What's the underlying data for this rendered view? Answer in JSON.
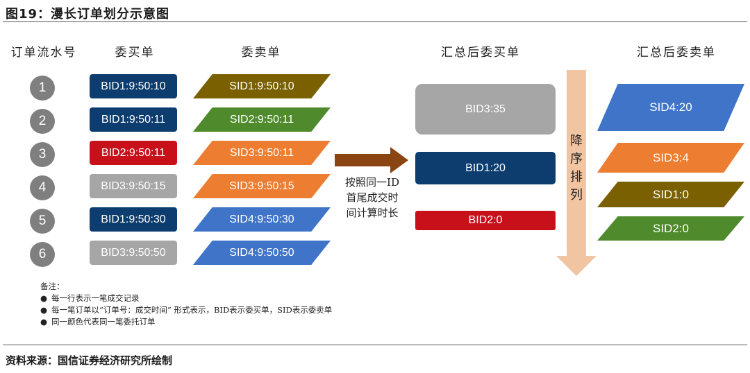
{
  "title": "图19：漫长订单划分示意图",
  "headers": {
    "serial": "订单流水号",
    "buy": "委买单",
    "sell": "委卖单",
    "agg_buy": "汇总后委买单",
    "agg_sell": "汇总后委卖单"
  },
  "colors": {
    "navy": "#0c3d6e",
    "red": "#c8101a",
    "gray": "#a6a6a6",
    "olive": "#7a6000",
    "green": "#4f8a2c",
    "orange": "#ed7d31",
    "blue": "#3f74c9",
    "brown": "#8b4513",
    "peach": "#f2c5a2"
  },
  "rows": [
    {
      "num": "1",
      "buy": "BID1:9:50:10",
      "buy_color": "navy",
      "sell": "SID1:9:50:10",
      "sell_color": "olive"
    },
    {
      "num": "2",
      "buy": "BID1:9:50:11",
      "buy_color": "navy",
      "sell": "SID2:9:50:11",
      "sell_color": "green"
    },
    {
      "num": "3",
      "buy": "BID2:9:50:11",
      "buy_color": "red",
      "sell": "SID3:9:50:11",
      "sell_color": "orange"
    },
    {
      "num": "4",
      "buy": "BID3:9:50:15",
      "buy_color": "gray",
      "sell": "SID3:9:50:15",
      "sell_color": "orange"
    },
    {
      "num": "5",
      "buy": "BID1:9:50:30",
      "buy_color": "navy",
      "sell": "SID4:9:50:30",
      "sell_color": "blue"
    },
    {
      "num": "6",
      "buy": "BID3:9:50:50",
      "buy_color": "gray",
      "sell": "SID4:9:50:50",
      "sell_color": "blue"
    }
  ],
  "arrow_text": [
    "按照同一ID",
    "首尾成交时",
    "间计算时长"
  ],
  "aggregated_buy": [
    {
      "label": "BID3:35",
      "color": "gray"
    },
    {
      "label": "BID1:20",
      "color": "navy"
    },
    {
      "label": "BID2:0",
      "color": "red"
    }
  ],
  "sort_text": [
    "降",
    "序",
    "排",
    "列"
  ],
  "aggregated_sell": [
    {
      "label": "SID4:20",
      "color": "blue"
    },
    {
      "label": "SID3:4",
      "color": "orange"
    },
    {
      "label": "SID1:0",
      "color": "olive"
    },
    {
      "label": "SID2:0",
      "color": "green"
    }
  ],
  "notes": {
    "heading": "备注：",
    "items": [
      "每一行表示一笔成交记录",
      "每一笔订单以“订单号：成交时间” 形式表示，BID表示委买单，SID表示委卖单",
      "同一颜色代表同一笔委托订单"
    ]
  },
  "source": "资料来源：国信证券经济研究所绘制"
}
